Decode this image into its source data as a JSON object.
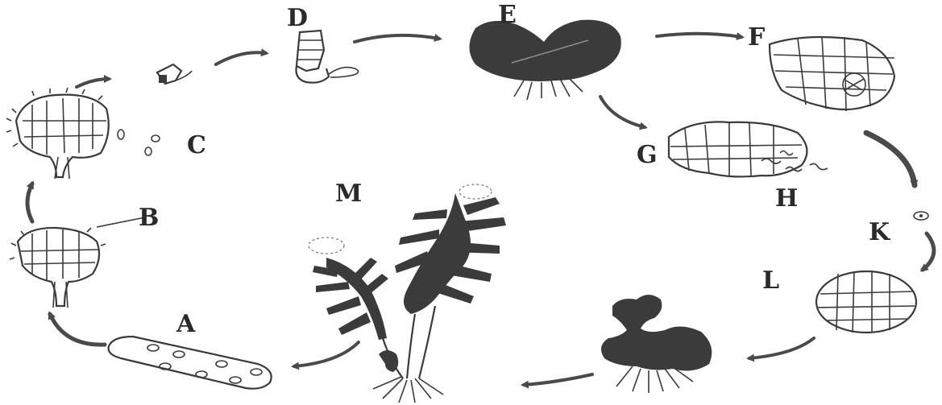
{
  "labels": {
    "a": "A",
    "b": "B",
    "c": "C",
    "d": "D",
    "e": "E",
    "f": "F",
    "g": "G",
    "h": "H",
    "k": "K",
    "l": "L",
    "m": "M"
  },
  "colors": {
    "ink": "#3a3a3a",
    "fill_dark": "#3b3b3b",
    "arrow": "#4a4a4a",
    "background": "#ffffff"
  }
}
